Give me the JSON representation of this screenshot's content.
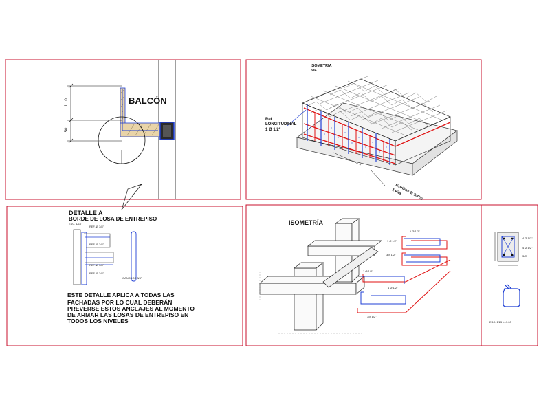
{
  "panel_balcon": {
    "title": "BALCÓN",
    "dim_top": "1.10",
    "dim_mid": ".50"
  },
  "panel_isometry_top": {
    "title": "ISOMETRIA",
    "scale": "S/E",
    "ref_label_1": "Ref.",
    "ref_label_2": "LONGITUDINAL",
    "ref_label_3": "1 Ø 1/2\"",
    "dim_length": "Estribos Ø 3/8\"@",
    "dim_length_2": "1 Fila"
  },
  "panel_detalle_a": {
    "title_1": "DETALLE A",
    "title_2": "BORDE DE LOSA DE ENTREPISO",
    "scale": "ESC. 1/10",
    "note_lines": [
      "ESTE DETALLE APLICA A TODAS LAS",
      "FACHADAS POR LO CUAL  DEBERÁN",
      "PREVERSE ESTOS ANCLAJES AL MOMENTO",
      "DE ARMAR LAS LOSAS DE ENTREPISO EN",
      "TODOS LOS NIVELES"
    ]
  },
  "panel_isometria_bottom": {
    "title": "ISOMETRÍA",
    "bar_labels": [
      "1 Ø 1/2\"",
      "1 Ø 1/2\"",
      "3/8 1/2\"",
      "1 Ø 1/2\"",
      "1 Ø 1/2\"",
      "3/8 1/2\""
    ]
  },
  "panel_section": {
    "scale_label": "ESC. 1/25  L=1.00",
    "dims": [
      "4 Ø 1/2\"",
      "4 Ø 1/2\"",
      "3/8\""
    ]
  },
  "colors": {
    "frame": "#c8102e",
    "blue": "#1f3fd4",
    "red": "#e01010",
    "ink": "#111111"
  }
}
